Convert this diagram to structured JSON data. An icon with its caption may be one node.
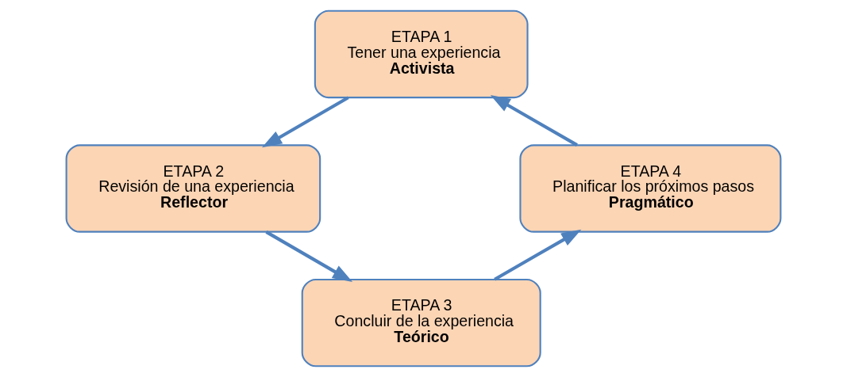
{
  "diagram": {
    "nodes": [
      {
        "text": [
          "ETAPA 1",
          "Tener una experiencia",
          "Activista"
        ]
      },
      {
        "text": [
          "ETAPA 2",
          "Revisión de una experiencia",
          "Reflector"
        ]
      },
      {
        "text": [
          "ETAPA 3",
          "Concluir de la experiencia",
          "Teórico"
        ]
      },
      {
        "text": [
          "ETAPA 4",
          "Planificar los próximos pasos",
          "Pragmático"
        ]
      }
    ],
    "edges": [
      {
        "from": 0,
        "to": 1,
        "arrow": "to"
      },
      {
        "from": 1,
        "to": 2,
        "arrow": "to"
      },
      {
        "from": 2,
        "to": 3,
        "arrow": "to"
      },
      {
        "from": 3,
        "to": 0,
        "arrow": "to"
      }
    ]
  }
}
